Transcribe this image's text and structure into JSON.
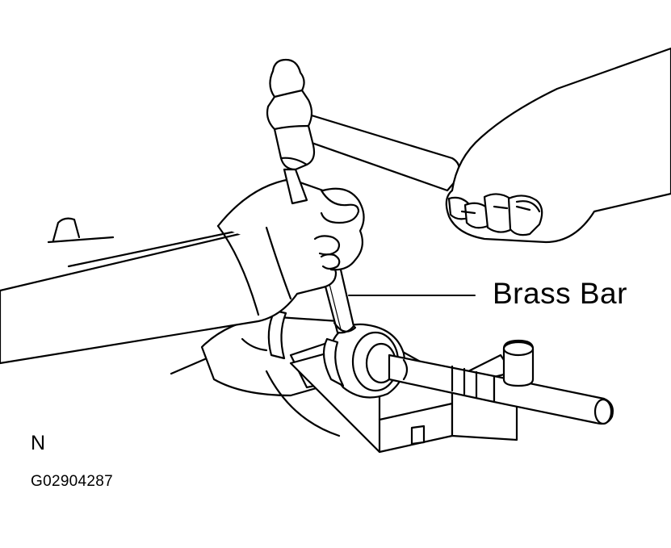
{
  "callout": {
    "label": "Brass Bar"
  },
  "view_marker": "N",
  "figure_id": "G02904287",
  "icons": {
    "hammer": "hammer-icon",
    "brass_bar": "brass-bar-icon",
    "steering_rack": "steering-rack-icon",
    "hands": "hand-icon"
  },
  "colors": {
    "line": "#000000",
    "fill": "#ffffff"
  }
}
